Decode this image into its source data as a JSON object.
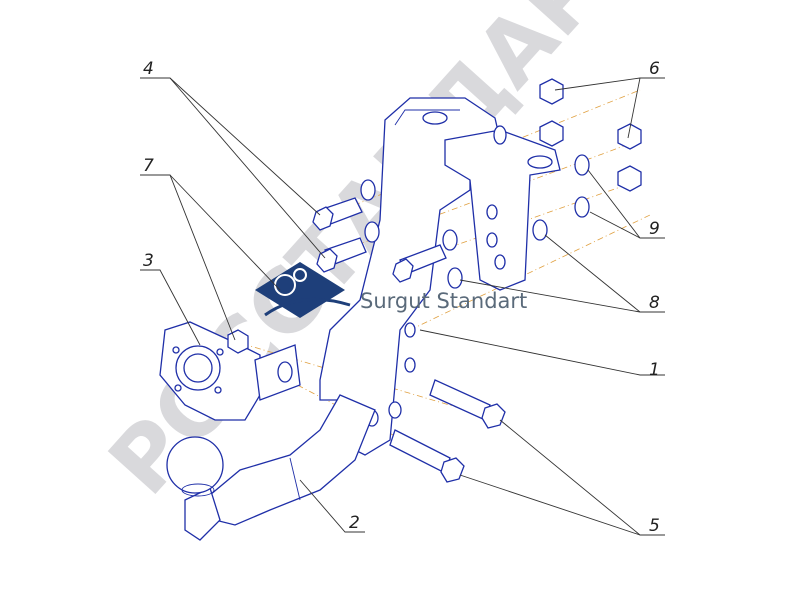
{
  "watermark": {
    "text": "РОССТАНДАРТ",
    "brand": "Surgut Standart"
  },
  "callouts": [
    {
      "label": "1"
    },
    {
      "label": "2"
    },
    {
      "label": "3"
    },
    {
      "label": "4"
    },
    {
      "label": "5"
    },
    {
      "label": "6"
    },
    {
      "label": "7"
    },
    {
      "label": "8"
    },
    {
      "label": "9"
    }
  ],
  "colors": {
    "line": "#1f2fa8",
    "axis": "#e0a040",
    "logo_blue": "#1e3f7a",
    "watermark": "#d9d9dc"
  }
}
